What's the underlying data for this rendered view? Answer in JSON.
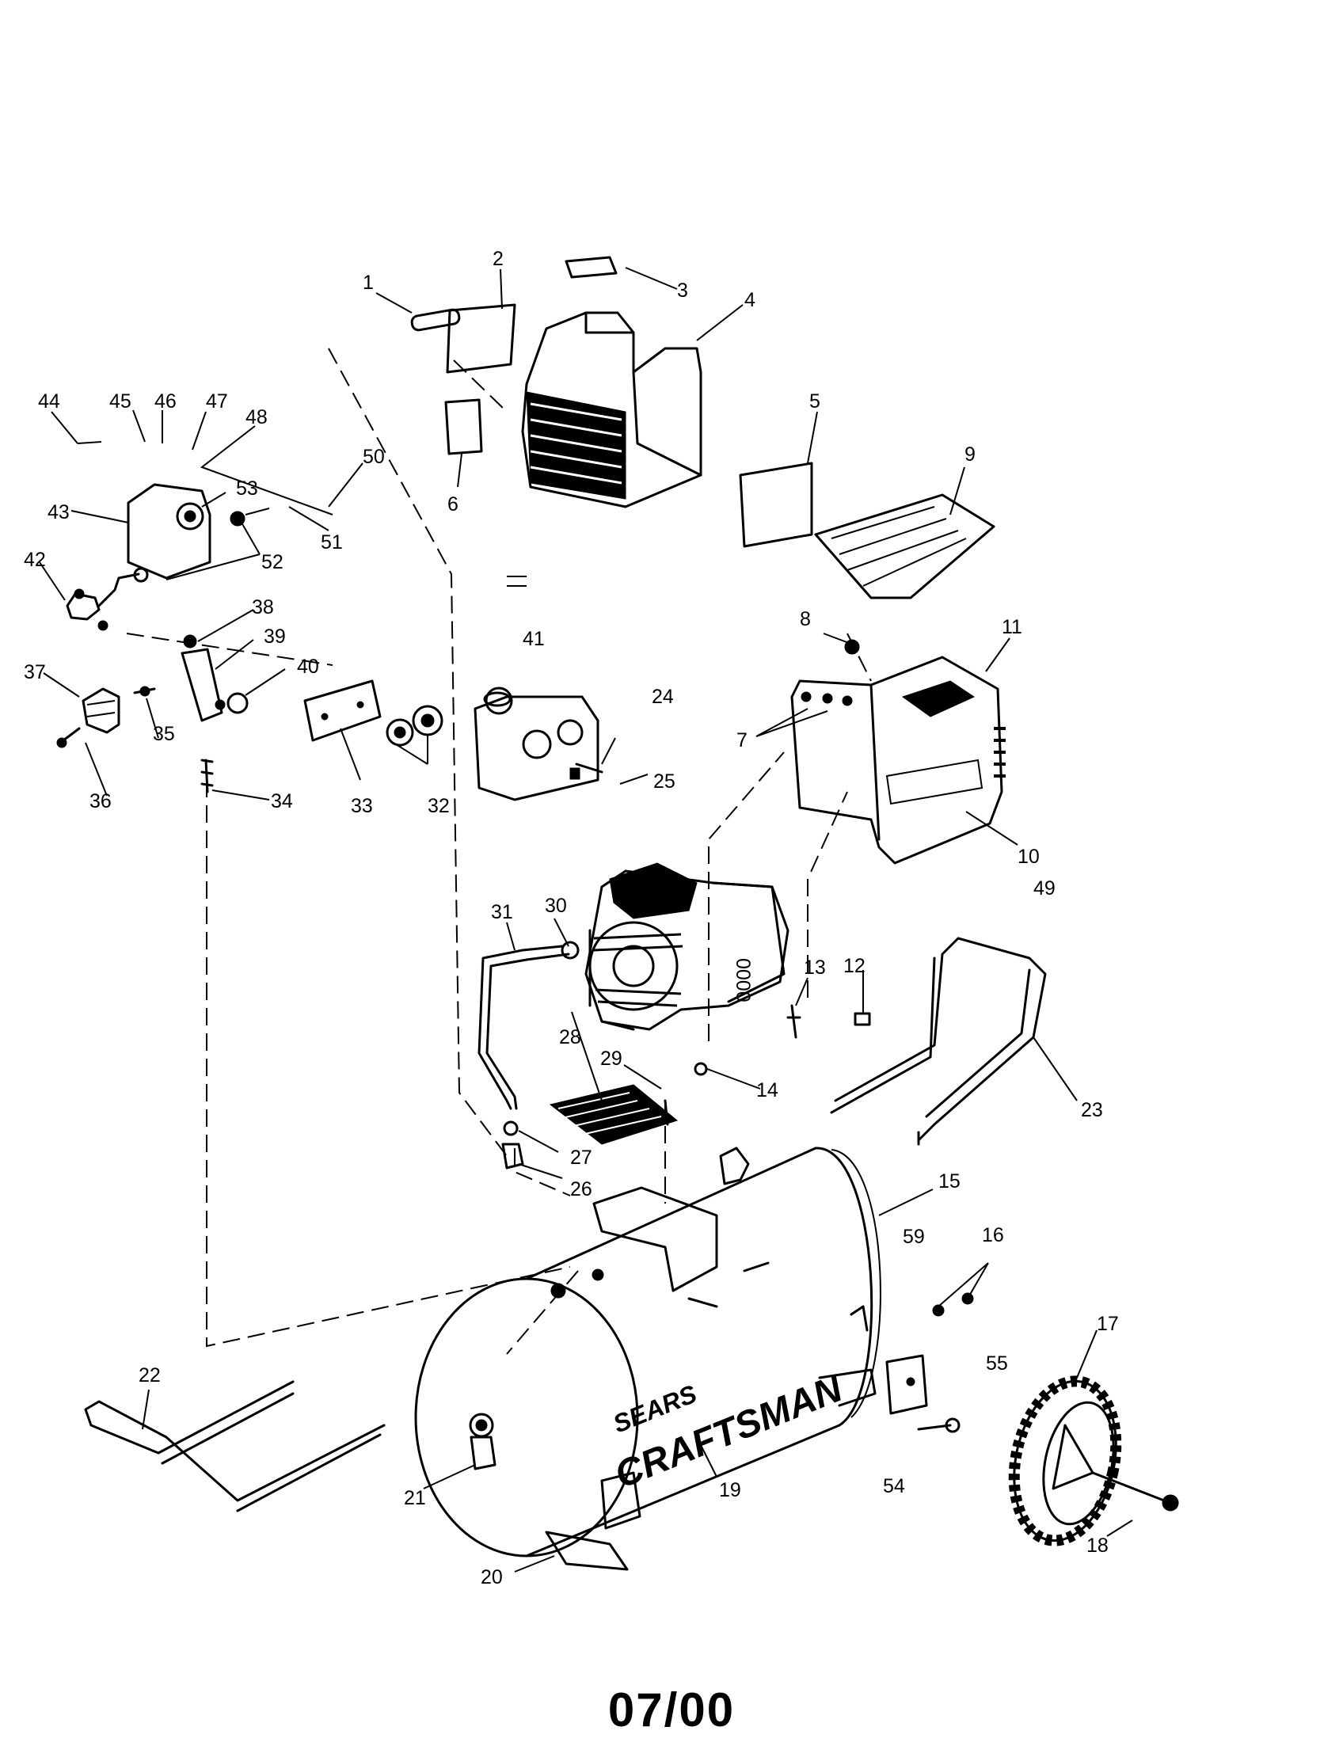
{
  "diagram": {
    "brand_top": "SEARS",
    "brand_bottom": "CRAFTSMAN",
    "callouts": [
      "1",
      "2",
      "3",
      "4",
      "5",
      "6",
      "7",
      "8",
      "9",
      "10",
      "11",
      "12",
      "13",
      "14",
      "15",
      "16",
      "17",
      "18",
      "19",
      "20",
      "21",
      "22",
      "23",
      "24",
      "25",
      "26",
      "27",
      "28",
      "29",
      "30",
      "31",
      "32",
      "33",
      "34",
      "35",
      "36",
      "37",
      "38",
      "39",
      "40",
      "41",
      "42",
      "43",
      "44",
      "45",
      "46",
      "47",
      "48",
      "49",
      "50",
      "51",
      "52",
      "53",
      "54",
      "55",
      "59"
    ]
  },
  "footer": {
    "date_code": "07/00"
  }
}
